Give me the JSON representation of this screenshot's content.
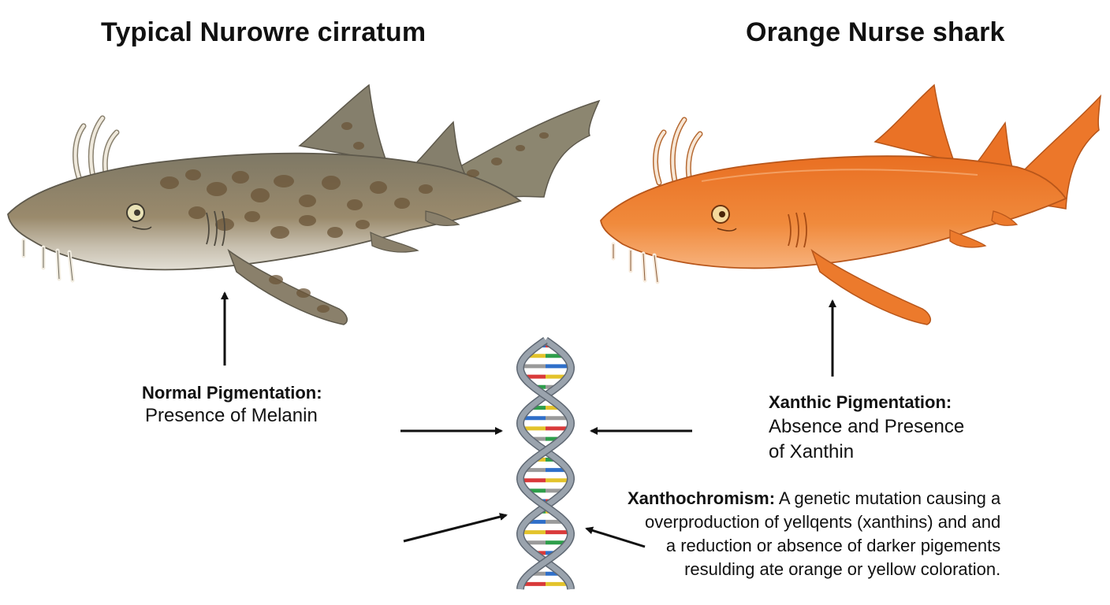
{
  "titles": {
    "left": "Typical Nurowre cirratum",
    "right": "Orange Nurse shark"
  },
  "labels": {
    "normal": {
      "head": "Normal Pigmentation:",
      "body": "Presence of Melanin"
    },
    "xanthic": {
      "head": "Xanthic Pigmentation:",
      "body_line1": "Absence and Presence",
      "body_line2": "of Xanthin"
    }
  },
  "xanthochromism": {
    "term": "Xanthochromism:",
    "line1": " A genetic mutation causing a",
    "line2": "overproduction of yellqents  (xanthins) and and",
    "line3": "a reduction or absence of darker pigements",
    "line4": "resulding ate orange or yellow coloration."
  },
  "icons": [
    "normal-shark-illustration",
    "orange-shark-illustration",
    "dna-helix-icon",
    "arrow-icon"
  ],
  "colors": {
    "normal_body": "#8f8570",
    "normal_spots": "#6b5538",
    "normal_belly": "#d9d6cc",
    "orange_body": "#ef7d2e",
    "orange_belly": "#f6b07a",
    "dna_backbone": "#9aa3ad",
    "dna_bases": [
      "#d93a3a",
      "#2e9e4a",
      "#2f6fc9",
      "#e3c32b",
      "#9a9a9a"
    ]
  }
}
